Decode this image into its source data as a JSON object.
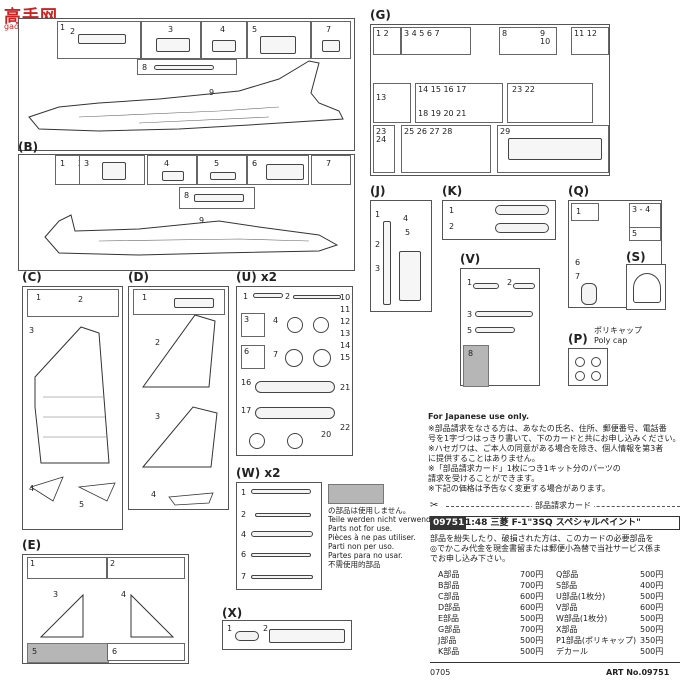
{
  "watermark": {
    "brand": "高手网",
    "url": "gao-shou.com"
  },
  "sections": {
    "G": "(G)",
    "B": "(B)",
    "C": "(C)",
    "D": "(D)",
    "U": "(U)",
    "U_mult": "x2",
    "W": "(W)",
    "W_mult": "x2",
    "E": "(E)",
    "X": "(X)",
    "J": "(J)",
    "K": "(K)",
    "Q": "(Q)",
    "V": "(V)",
    "S": "(S)",
    "P": "(P)"
  },
  "poly_cap": {
    "jp": "ポリキャップ",
    "en": "Poly cap"
  },
  "not_used": {
    "jp": "の部品は使用しません。",
    "de": "Teile werden nicht verwendet.",
    "en": "Parts not for use.",
    "fr": "Pièces à ne pas utiliser.",
    "it": "Parti non per uso.",
    "es": "Partes para no usar.",
    "zh": "不需使用的部品"
  },
  "japan_note": {
    "title": "For Japanese use only.",
    "lines": [
      "※部品請求をなさる方は、あなたの氏名、住所、郵便番号、電話番",
      "号を1字づつはっきり書いて、下のカードと共にお申し込みください。",
      "※ハセガワは、ご本人の同意がある場合を除き、個人情報を第3者",
      "に提供することはありません。",
      "※「部品請求カード」1枚につき1キット分のパーツの",
      "請求を受けることができます。",
      "※下記の価格は予告なく変更する場合があります。"
    ]
  },
  "card": {
    "header": "部品請求カード",
    "code": "09751",
    "title": "1:48 三菱 F-1\"3SQ スペシャルペイント\"",
    "desc1": "部品を紛失したり、破損された方は、このカードの必要部品を",
    "desc2": "◎でかこみ代金を現金書留または郵便小為替で当社サービス係ま",
    "desc3": "でお申し込み下さい。",
    "left": [
      {
        "name": "A部品",
        "price": "700円"
      },
      {
        "name": "B部品",
        "price": "700円"
      },
      {
        "name": "C部品",
        "price": "600円"
      },
      {
        "name": "D部品",
        "price": "600円"
      },
      {
        "name": "E部品",
        "price": "500円"
      },
      {
        "name": "G部品",
        "price": "700円"
      },
      {
        "name": "J部品",
        "price": "500円"
      },
      {
        "name": "K部品",
        "price": "500円"
      }
    ],
    "right": [
      {
        "name": "Q部品",
        "price": "500円"
      },
      {
        "name": "S部品",
        "price": "400円"
      },
      {
        "name": "U部品(1枚分)",
        "price": "500円"
      },
      {
        "name": "V部品",
        "price": "600円"
      },
      {
        "name": "W部品(1枚分)",
        "price": "500円"
      },
      {
        "name": "X部品",
        "price": "500円"
      },
      {
        "name": "P1部品(ポリキャップ)",
        "price": "350円"
      },
      {
        "name": "デカール",
        "price": "500円"
      }
    ],
    "footer_code": "0705",
    "art_no": "ART No.09751"
  }
}
